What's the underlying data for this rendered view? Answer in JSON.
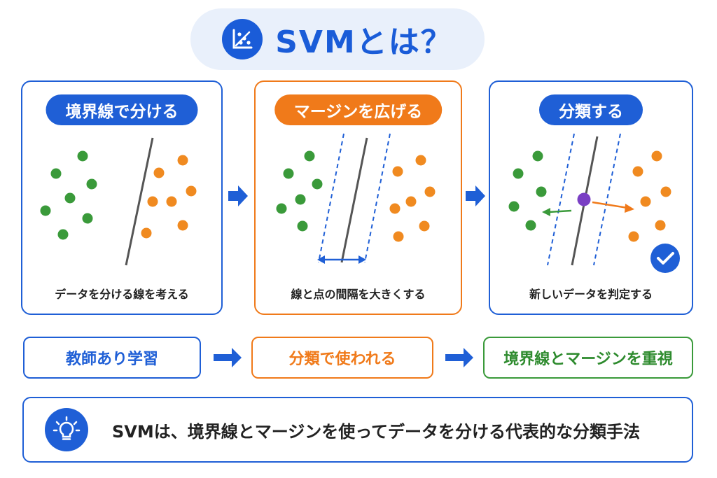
{
  "title": "SVMとは？",
  "panels": [
    {
      "label": "境界線で分ける",
      "caption": "データを分ける線を考える"
    },
    {
      "label": "マージンを広げる",
      "caption": "線と点の間隔を大きくする"
    },
    {
      "label": "分類する",
      "caption": "新しいデータを判定する"
    }
  ],
  "steps": [
    "教師あり学習",
    "分類で使われる",
    "境界線とマージンを重視"
  ],
  "summary": "SVMは、境界線とマージンを使ってデータを分ける代表的な分類手法",
  "colors": {
    "blue": "#1f5fd6",
    "orange": "#f07a1a",
    "green_dot": "#3a9a3a",
    "orange_dot": "#f08a20",
    "purple_point": "#7a3fc4"
  },
  "icons": [
    "scatter-plot-icon",
    "right-arrow-icon",
    "checkmark-icon",
    "lightbulb-icon"
  ]
}
